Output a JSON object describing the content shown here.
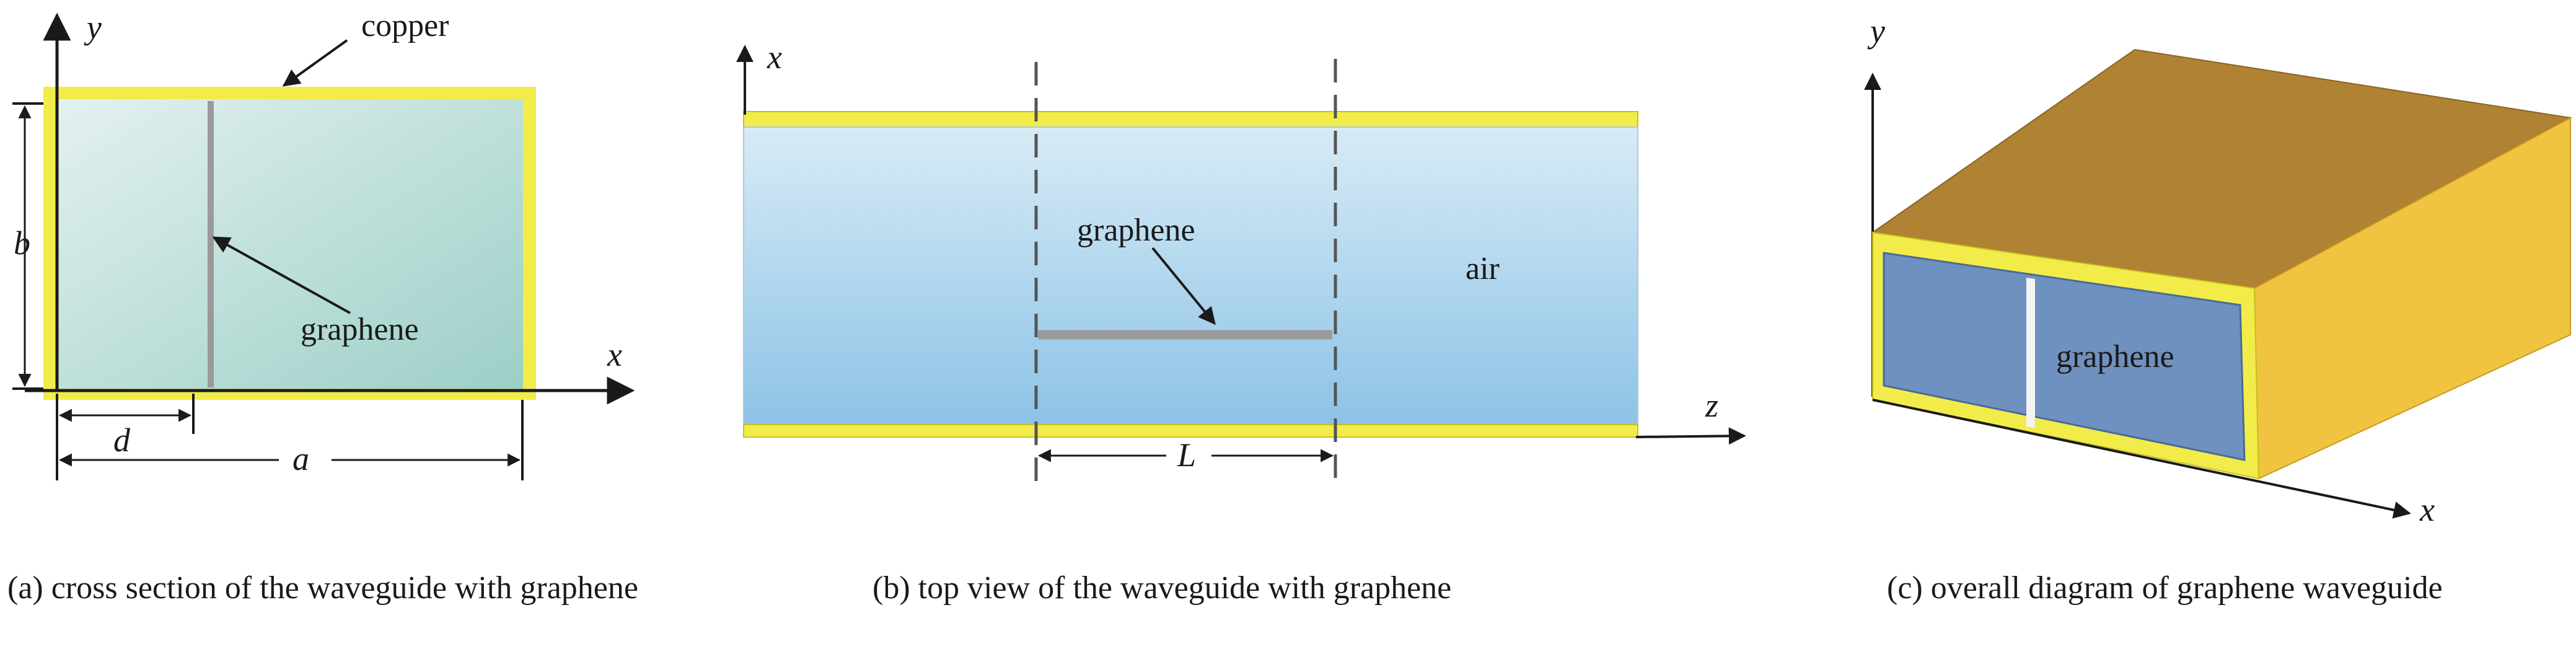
{
  "panel_a": {
    "axis_y": "y",
    "axis_x": "x",
    "label_copper": "copper",
    "label_graphene": "graphene",
    "dim_b": "b",
    "dim_d": "d",
    "dim_a": "a",
    "caption": "(a) cross section of the waveguide with graphene"
  },
  "panel_b": {
    "axis_x": "x",
    "axis_z": "z",
    "label_graphene": "graphene",
    "label_air": "air",
    "dim_L": "L",
    "caption": "(b) top view of the waveguide with graphene"
  },
  "panel_c": {
    "axis_y": "y",
    "axis_x": "x",
    "label_graphene": "graphene",
    "caption": "(c) overall diagram of graphene waveguide"
  },
  "colors": {
    "copper": "#f2ec4a",
    "box_top": "#b08234",
    "box_side": "#f0c440",
    "box_face": "#6f91bf",
    "graphene": "#9a9a9a"
  }
}
